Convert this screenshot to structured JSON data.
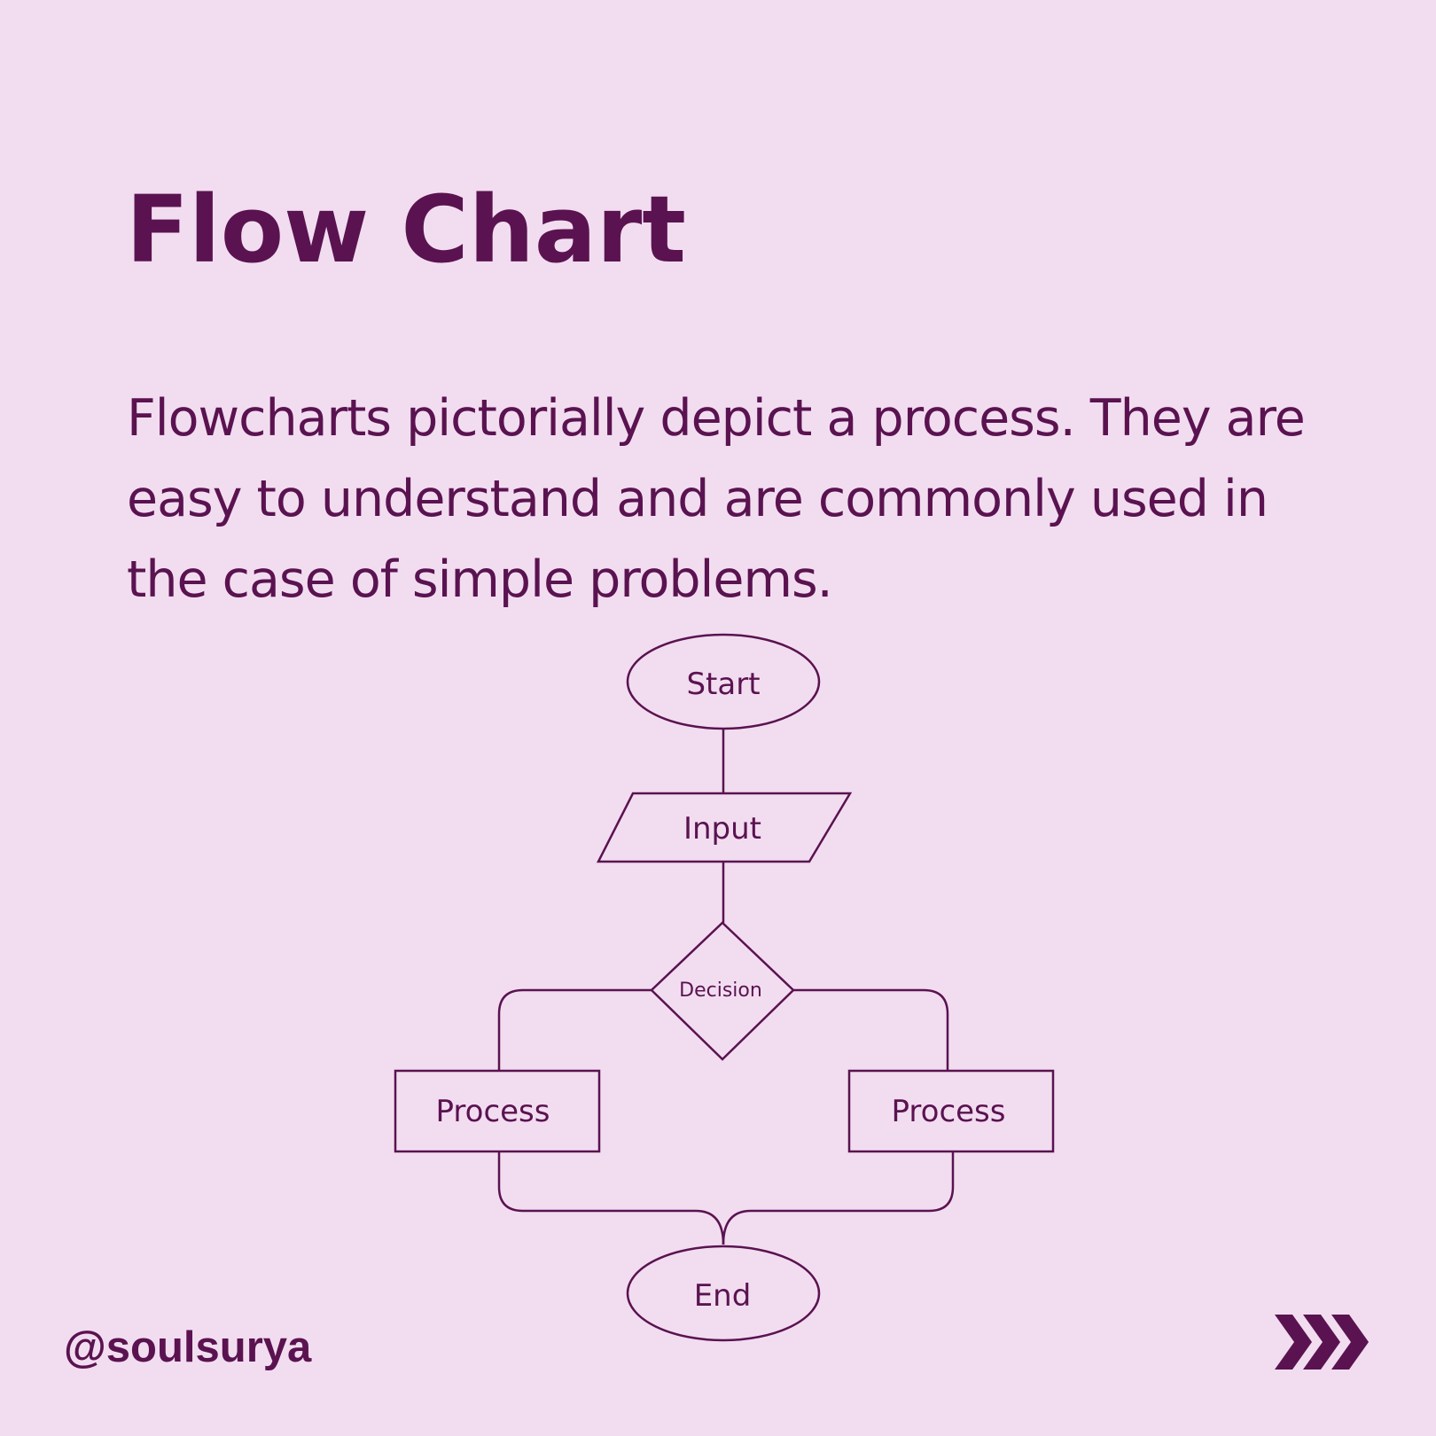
{
  "title": "Flow Chart",
  "description": "Flowcharts pictorially depict a process. They are easy to understand and are commonly used in the case of simple problems.",
  "diagram": {
    "start_label": "Start",
    "input_label": "Input",
    "decision_label": "Decision",
    "process_left_label": "Process",
    "process_right_label": "Process",
    "end_label": "End"
  },
  "footer": {
    "handle": "@soulsurya",
    "next_icon": "triple-chevron-right"
  },
  "colors": {
    "background": "#f2ddf0",
    "accent": "#5a1350"
  }
}
